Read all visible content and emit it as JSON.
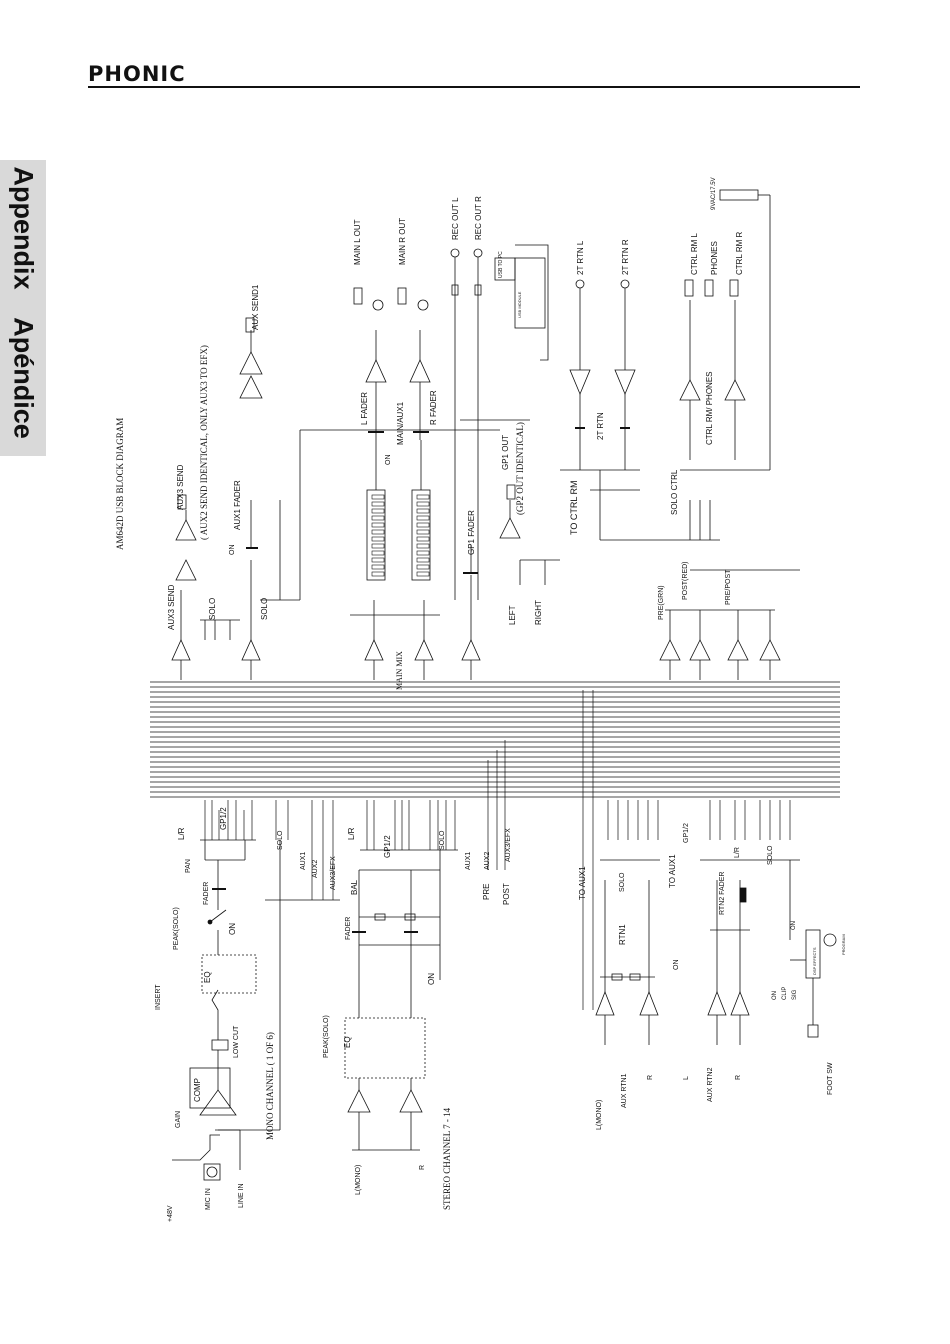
{
  "header": {
    "brand": "PHONIC"
  },
  "side_tab": {
    "label_en": "Appendix",
    "label_es": "Apéndice"
  },
  "diagram": {
    "title": "AM642D USB BLOCK DIAGRAM",
    "aux_note": "( AUX2 SEND IDENTICAL, ONLY AUX3 TO EFX)",
    "gp_note": "(GP2 OUT IDENTICAL)",
    "section_labels": {
      "mono_channel": "MONO CHANNEL ( 1 OF 6)",
      "stereo_channel": "STEREO CHANNEL 7 - 14",
      "main_mix": "MAIN MIX"
    },
    "outputs": [
      "MAIN L OUT",
      "MAIN R OUT",
      "REC OUT L",
      "REC OUT R",
      "2T RTN L",
      "2T RTN R",
      "CTRL RM L",
      "PHONES",
      "CTRL RM R",
      "AUX SEND1",
      "AUX3 SEND",
      "GP1 OUT"
    ],
    "controls": {
      "l_fader": "L FADER",
      "r_fader": "R FADER",
      "main_aux1": "MAIN/AUX1",
      "aux1_fader": "AUX1 FADER",
      "gp1_fader": "GP1 FADER",
      "two_t_rtn": "2T RTN",
      "to_ctrl_rm": "TO CTRL RM",
      "ctrl_rm_phones": "CTRL RM/ PHONES",
      "solo_ctrl": "SOLO CTRL",
      "pre_grn": "PRE(GRN)",
      "post_red": "POST(RED)",
      "pre_post": "PRE/POST",
      "left": "LEFT",
      "right": "RIGHT",
      "solo": "SOLO",
      "on": "ON",
      "usb_module": "USB MODULE",
      "usb_to_pc": "USB TO PC",
      "nine_v": "9VAC/17.5V"
    },
    "mono_labels": {
      "phantom": "+48V",
      "mic_in": "MIC IN",
      "line_in": "LINE IN",
      "gain": "GAIN",
      "comp": "COMP",
      "low_cut": "LOW CUT",
      "insert": "INSERT",
      "eq": "EQ",
      "peak_solo": "PEAK(SOLO)",
      "fader": "FADER",
      "pan": "PAN",
      "lr": "L/R",
      "gp12": "GP1/2",
      "solo": "SOLO",
      "aux1": "AUX1",
      "aux2": "AUX2",
      "aux3efx": "AUX3/EFX",
      "on": "ON"
    },
    "stereo_labels": {
      "l_mono": "L(MONO)",
      "r": "R",
      "bal": "BAL",
      "fader": "FADER",
      "eq": "EQ",
      "peak_solo": "PEAK(SOLO)",
      "lr": "L/R",
      "gp12": "GP1/2",
      "solo": "SOLO",
      "aux1": "AUX1",
      "aux2": "AUX2",
      "aux3efx": "AUX3/EFX",
      "pre": "PRE",
      "post": "POST",
      "on": "ON"
    },
    "return_labels": {
      "aux_rtn1": "AUX RTN1",
      "aux_rtn2": "AUX RTN2",
      "l_mono": "L(MONO)",
      "l": "L",
      "r": "R",
      "to_aux1_a": "TO AUX1",
      "to_aux1_b": "TO AUX1",
      "rtn1": "RTN1",
      "rtn2_fader": "RTN2 FADER",
      "solo": "SOLO",
      "lr": "L/R",
      "gp12": "GP1/2",
      "foot_sw": "FOOT SW",
      "on": "ON",
      "clip": "CLIP",
      "sig": "SIG",
      "dsp": "DSP EFFECTS",
      "program": "PROGRAM"
    }
  }
}
